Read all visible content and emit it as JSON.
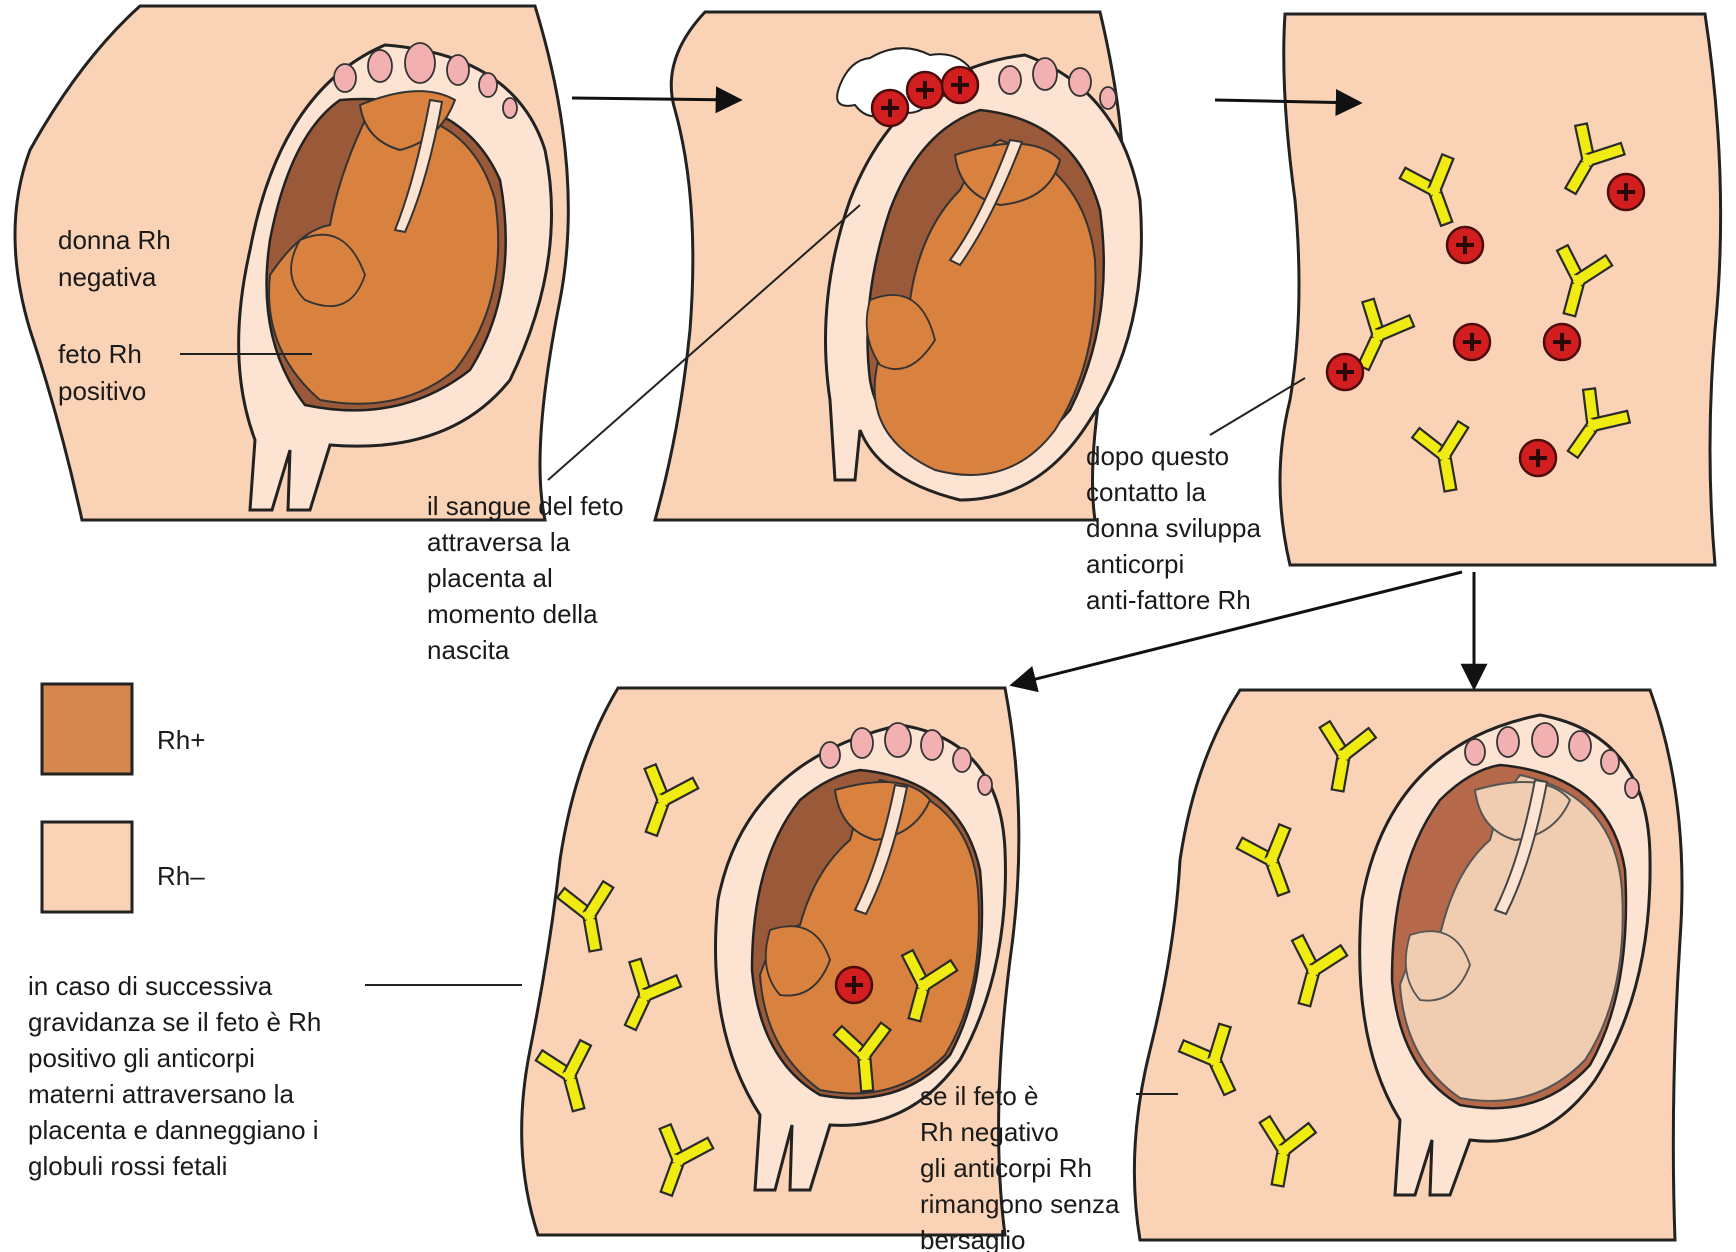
{
  "colors": {
    "rh_negative": "#fad2b5",
    "rh_positive": "#d4874e",
    "fetus_positive": "#d9813f",
    "fetus_negative": "#f0cdb1",
    "cavity_positive": "#9a5a3a",
    "cavity_negative": "#b5694a",
    "wall": "#fde4d2",
    "villi": "#f2b0b0",
    "antibody": "#f0ec12",
    "rbc": "#d21e1e",
    "arrow": "#111111"
  },
  "labels": {
    "panel1_mother": "donna Rh\nnegativa",
    "panel1_fetus": "feto Rh\npositivo",
    "panel2_caption": "il sangue del feto\nattraversa la\nplacenta al\nmomento della\nnascita",
    "panel3_caption": "dopo questo\ncontatto la\ndonna sviluppa\nanticorpi\nanti-fattore Rh",
    "panel4_caption": "in caso di successiva\ngravidanza se il feto è Rh\npositivo gli anticorpi\nmaterni attraversano la\nplacenta e danneggiano i\nglobuli rossi fetali",
    "panel5_caption": "se il feto è\nRh negativo\ngli anticorpi Rh\nrimangono senza\nbersaglio"
  },
  "legend": [
    {
      "label": "Rh+",
      "color_key": "rh_positive"
    },
    {
      "label": "Rh–",
      "color_key": "rh_negative"
    }
  ],
  "icons": {
    "antibody": "y-shaped-antibody-icon",
    "rbc": "rh-positive-red-cell-icon"
  }
}
